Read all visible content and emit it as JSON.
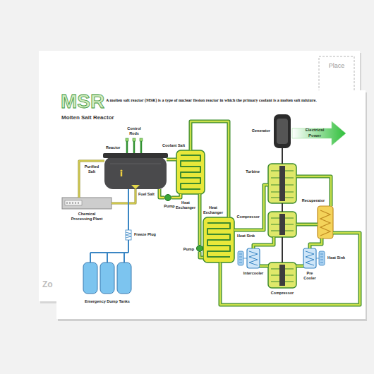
{
  "diagram": {
    "title": "MSR",
    "caption": "A molten salt reactor (MSR) is a type of nuclear fission reactor in which the primary coolant is a molten salt mixture.",
    "nodes": [
      {
        "text": [
          "Reactor"
        ]
      },
      {
        "text": [
          "Chemical Processing Plant"
        ]
      },
      {
        "text": [
          "Emergency Dump Tanks"
        ]
      },
      {
        "text": [
          "Pump"
        ]
      },
      {
        "text": [
          "Heat Exchanger"
        ]
      },
      {
        "text": [
          "Pump"
        ]
      },
      {
        "text": [
          "Heat Exchanger"
        ]
      },
      {
        "text": [
          "Generator"
        ]
      },
      {
        "text": [
          "Turbine"
        ]
      },
      {
        "text": [
          "Compressor"
        ]
      },
      {
        "text": [
          "Recuperator"
        ]
      },
      {
        "text": [
          "Intercooler"
        ]
      },
      {
        "text": [
          "Pre Cooler"
        ]
      },
      {
        "text": [
          "Compressor"
        ]
      }
    ],
    "edges": [
      {
        "from": 0,
        "to": 4,
        "arrow": "none"
      },
      {
        "from": 4,
        "to": 3,
        "arrow": "none"
      },
      {
        "from": 3,
        "to": 0,
        "arrow": "none"
      },
      {
        "from": 0,
        "to": 1,
        "arrow": "none"
      },
      {
        "from": 1,
        "to": 0,
        "arrow": "none"
      },
      {
        "from": 0,
        "to": 2,
        "arrow": "none"
      },
      {
        "from": 4,
        "to": 6,
        "arrow": "none"
      },
      {
        "from": 6,
        "to": 5,
        "arrow": "none"
      },
      {
        "from": 5,
        "to": 4,
        "arrow": "none"
      },
      {
        "from": 6,
        "to": 8,
        "arrow": "none"
      },
      {
        "from": 8,
        "to": 10,
        "arrow": "none"
      },
      {
        "from": 10,
        "to": 12,
        "arrow": "none"
      },
      {
        "from": 12,
        "to": 13,
        "arrow": "none"
      },
      {
        "from": 13,
        "to": 11,
        "arrow": "none"
      },
      {
        "from": 11,
        "to": 9,
        "arrow": "none"
      },
      {
        "from": 9,
        "to": 10,
        "arrow": "none"
      },
      {
        "from": 10,
        "to": 6,
        "arrow": "none"
      },
      {
        "from": 7,
        "to": 8,
        "arrow": "none"
      },
      {
        "from": 8,
        "to": 9,
        "arrow": "none"
      },
      {
        "from": 9,
        "to": 13,
        "arrow": "none"
      }
    ],
    "labels": [
      "Molten Salt Reactor",
      "Control Rods",
      "Coolant Salt",
      "Purified Salt",
      "Fuel Salt",
      "Freeze Plug",
      "Electrical Power",
      "Heat Sink",
      "Heat Sink",
      "Place",
      "Zo"
    ]
  }
}
